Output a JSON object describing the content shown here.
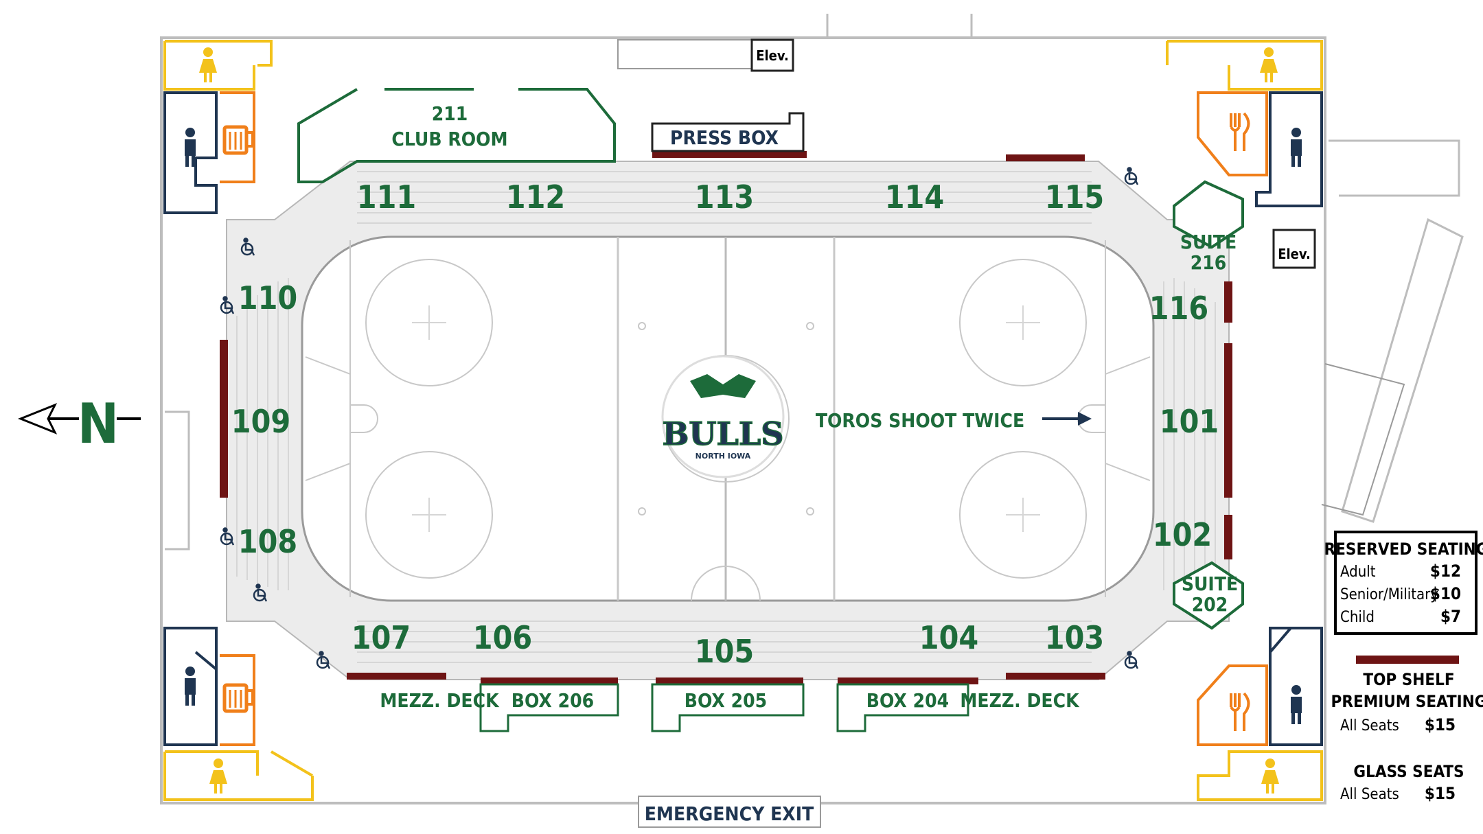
{
  "orientation": {
    "arrow": "N"
  },
  "sections": {
    "s101": "101",
    "s102": "102",
    "s103": "103",
    "s104": "104",
    "s105": "105",
    "s106": "106",
    "s107": "107",
    "s108": "108",
    "s109": "109",
    "s110": "110",
    "s111": "111",
    "s112": "112",
    "s113": "113",
    "s114": "114",
    "s115": "115",
    "s116": "116"
  },
  "areas": {
    "club_room_num": "211",
    "club_room_name": "CLUB ROOM",
    "press_box": "PRESS BOX",
    "suite_216_a": "SUITE",
    "suite_216_b": "216",
    "suite_202_a": "SUITE",
    "suite_202_b": "202",
    "box_206": "BOX 206",
    "box_205": "BOX 205",
    "box_204": "BOX 204",
    "mezz_left": "MEZZ. DECK",
    "mezz_right": "MEZZ. DECK",
    "elev_top": "Elev.",
    "elev_right": "Elev.",
    "emergency_exit": "EMERGENCY EXIT",
    "shoot_twice": "TOROS SHOOT TWICE"
  },
  "logo": {
    "name": "BULLS",
    "sub": "NORTH IOWA"
  },
  "pricing": {
    "reserved": {
      "title": "RESERVED SEATING",
      "rows": [
        {
          "label": "Adult",
          "price": "$12"
        },
        {
          "label": "Senior/Military",
          "price": "$10"
        },
        {
          "label": "Child",
          "price": "$7"
        }
      ]
    },
    "top_shelf": {
      "title_1": "TOP SHELF",
      "title_2": "PREMIUM SEATING",
      "label": "All Seats",
      "price": "$15"
    },
    "glass": {
      "title": "GLASS SEATS",
      "label": "All Seats",
      "price": "$15"
    }
  },
  "colors": {
    "section_green": "#1d6b3a",
    "top_shelf_maroon": "#6e1414",
    "restroom_navy": "#1f3551",
    "women_yellow": "#f3c21b",
    "concession_orange": "#f07f1a"
  },
  "icons": [
    "women-restroom-icon",
    "men-restroom-icon",
    "beer-icon",
    "food-icon",
    "wheelchair-icon",
    "arrow-right-icon",
    "north-arrow-icon"
  ]
}
